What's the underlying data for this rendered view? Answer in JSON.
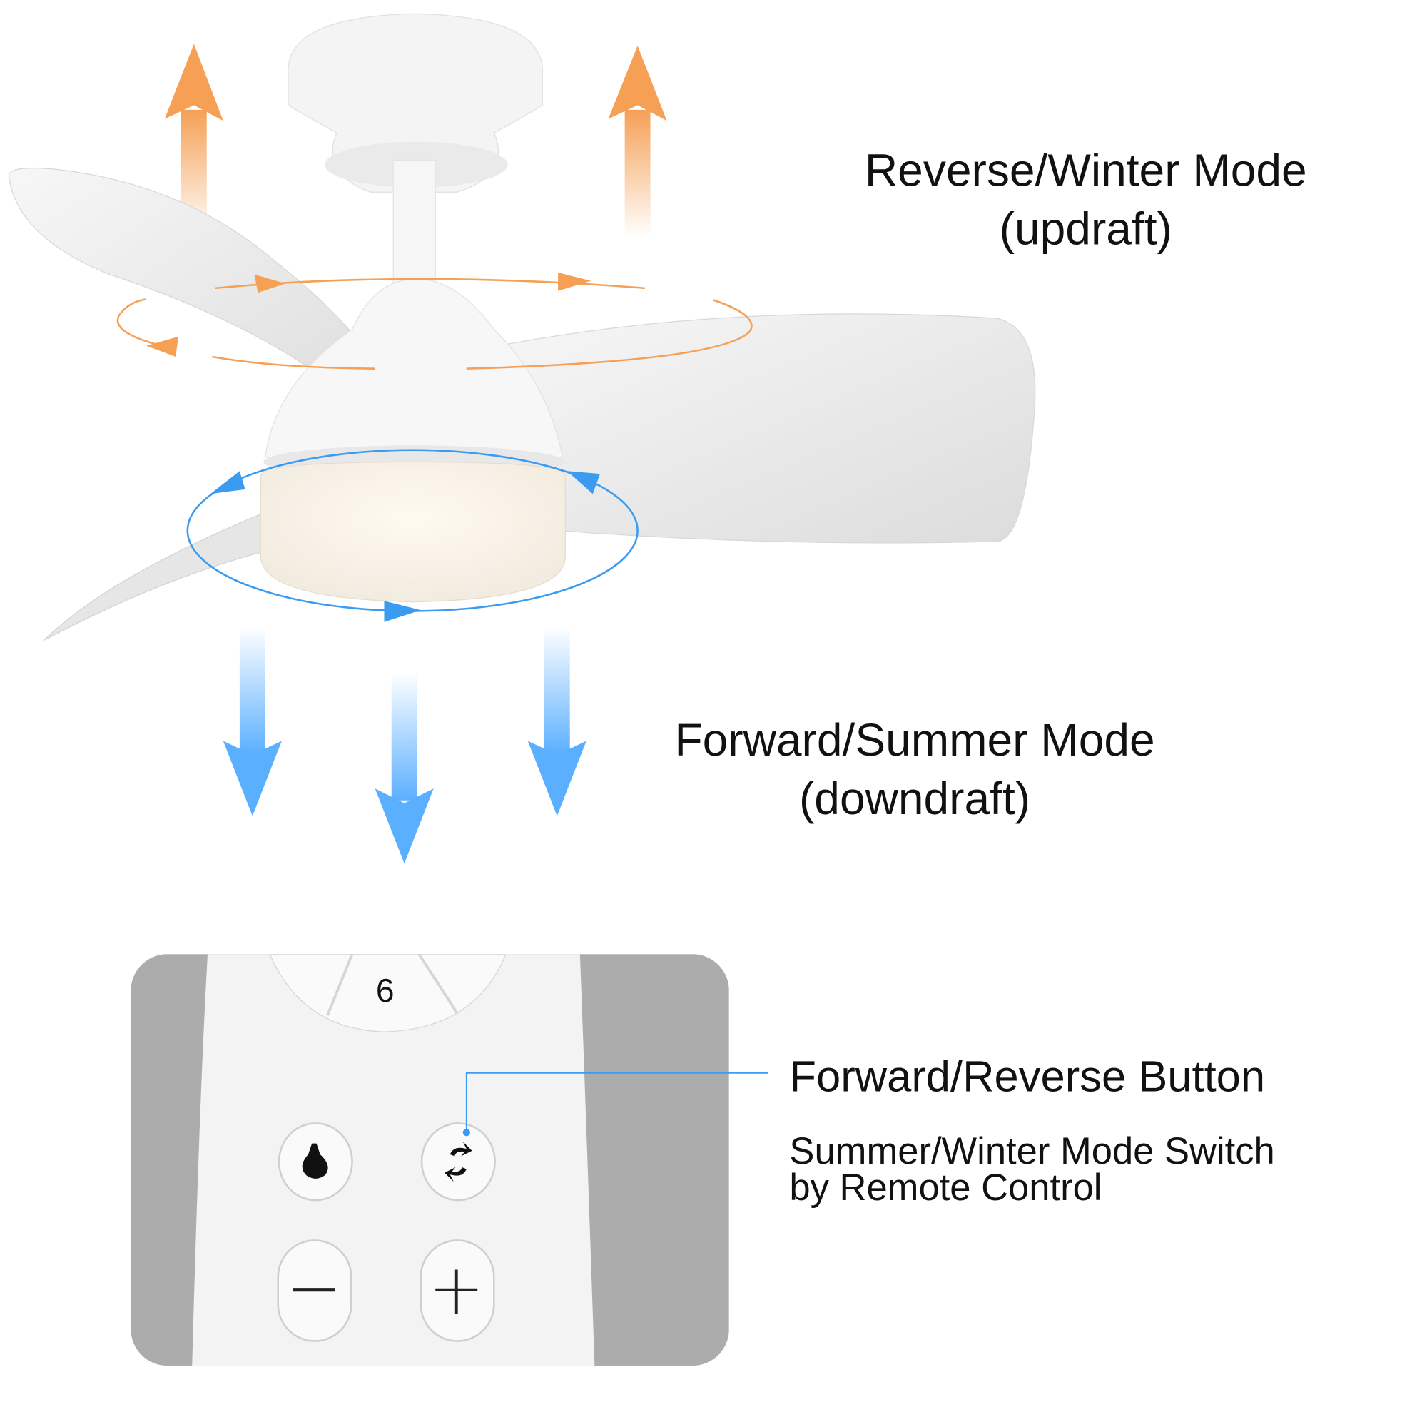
{
  "reverse_mode": {
    "title": "Reverse/Winter Mode",
    "subtitle": "(updraft)"
  },
  "forward_mode": {
    "title": "Forward/Summer Mode",
    "subtitle": "(downdraft)"
  },
  "remote": {
    "visible_key": "6",
    "callout_title": "Forward/Reverse Button",
    "callout_line1": "Summer/Winter Mode Switch",
    "callout_line2": "by Remote Control",
    "buttons": [
      "light-button",
      "forward-reverse-button",
      "minus-button",
      "plus-button"
    ]
  },
  "colors": {
    "updraft": "#f5a055",
    "downdraft": "#3a9bf0",
    "panel": "#acacac",
    "callout": "#3a9bf0"
  }
}
